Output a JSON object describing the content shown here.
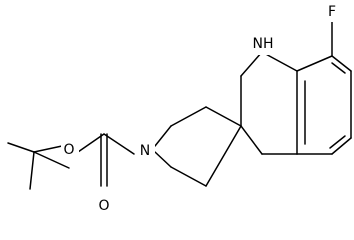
{
  "structure": {
    "atom_labels": {
      "fluorine": "F",
      "amine_nh": "NH",
      "piperidine_n": "N",
      "carbonyl_o": "O",
      "ester_o": "O"
    }
  },
  "colors": {
    "bond": "#000000",
    "background": "#ffffff"
  }
}
